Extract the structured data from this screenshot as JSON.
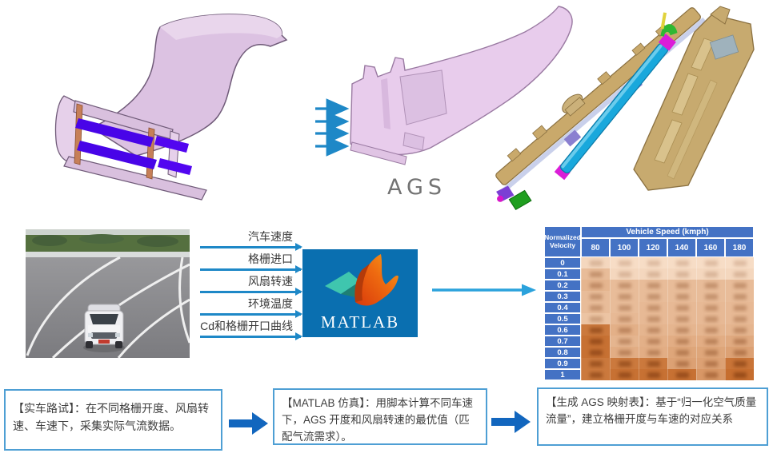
{
  "colors": {
    "accent_blue": "#1E88C7",
    "block_arrow_blue": "#1266BE",
    "table_header_blue": "#4472C4",
    "heat_light": "#FCE9D6",
    "heat_dark": "#BA530A",
    "matlab_bg": "#0A6FB0",
    "box_border": "#4E9FD4",
    "cad_pink": "#DCC2E2",
    "vane_purple": "#4804E8"
  },
  "top": {
    "ags_label": "AGS"
  },
  "matlab": {
    "label": "MATLAB",
    "inputs": [
      "汽车速度",
      "格栅进口",
      "风扇转速",
      "环境温度",
      "Cd和格栅开口曲线"
    ]
  },
  "table": {
    "corner_header": "Normalized Velocity",
    "speed_header": "Vehicle Speed (kmph)",
    "speeds": [
      "80",
      "100",
      "120",
      "140",
      "160",
      "180"
    ],
    "row_labels": [
      "0",
      "0.1",
      "0.2",
      "0.3",
      "0.4",
      "0.5",
      "0.6",
      "0.7",
      "0.8",
      "0.9",
      "1"
    ]
  },
  "chart_data": {
    "type": "heatmap",
    "title": "Vehicle Speed (kmph)",
    "xlabel": "Vehicle Speed (kmph)",
    "ylabel": "Normalized Velocity",
    "x": [
      80,
      100,
      120,
      140,
      160,
      180
    ],
    "y": [
      0,
      0.1,
      0.2,
      0.3,
      0.4,
      0.5,
      0.6,
      0.7,
      0.8,
      0.9,
      1
    ],
    "values_note": "numeric cell labels are blurred/illegible in source; values are relative darkness 0-1 of each cell",
    "values": [
      [
        0.12,
        0.08,
        0.08,
        0.08,
        0.08,
        0.08
      ],
      [
        0.3,
        0.12,
        0.12,
        0.12,
        0.12,
        0.12
      ],
      [
        0.35,
        0.3,
        0.3,
        0.3,
        0.3,
        0.3
      ],
      [
        0.3,
        0.3,
        0.3,
        0.3,
        0.3,
        0.3
      ],
      [
        0.3,
        0.3,
        0.32,
        0.32,
        0.32,
        0.32
      ],
      [
        0.25,
        0.32,
        0.32,
        0.32,
        0.32,
        0.32
      ],
      [
        0.75,
        0.38,
        0.35,
        0.35,
        0.35,
        0.35
      ],
      [
        0.8,
        0.35,
        0.38,
        0.4,
        0.4,
        0.42
      ],
      [
        0.8,
        0.4,
        0.4,
        0.45,
        0.45,
        0.48
      ],
      [
        0.75,
        0.75,
        0.75,
        0.48,
        0.48,
        0.78
      ],
      [
        0.75,
        0.8,
        0.8,
        0.8,
        0.55,
        0.82
      ]
    ]
  },
  "steps": [
    {
      "text": "【实车路试】：在不同格栅开度、风扇转速、车速下，采集实际气流数据。"
    },
    {
      "text": "【MATLAB 仿真】：用脚本计算不同车速下，AGS 开度和风扇转速的最优值（匹配气流需求）。"
    },
    {
      "text": "【生成 AGS 映射表】：基于“归一化空气质量流量”，建立格栅开度与车速的对应关系"
    }
  ]
}
